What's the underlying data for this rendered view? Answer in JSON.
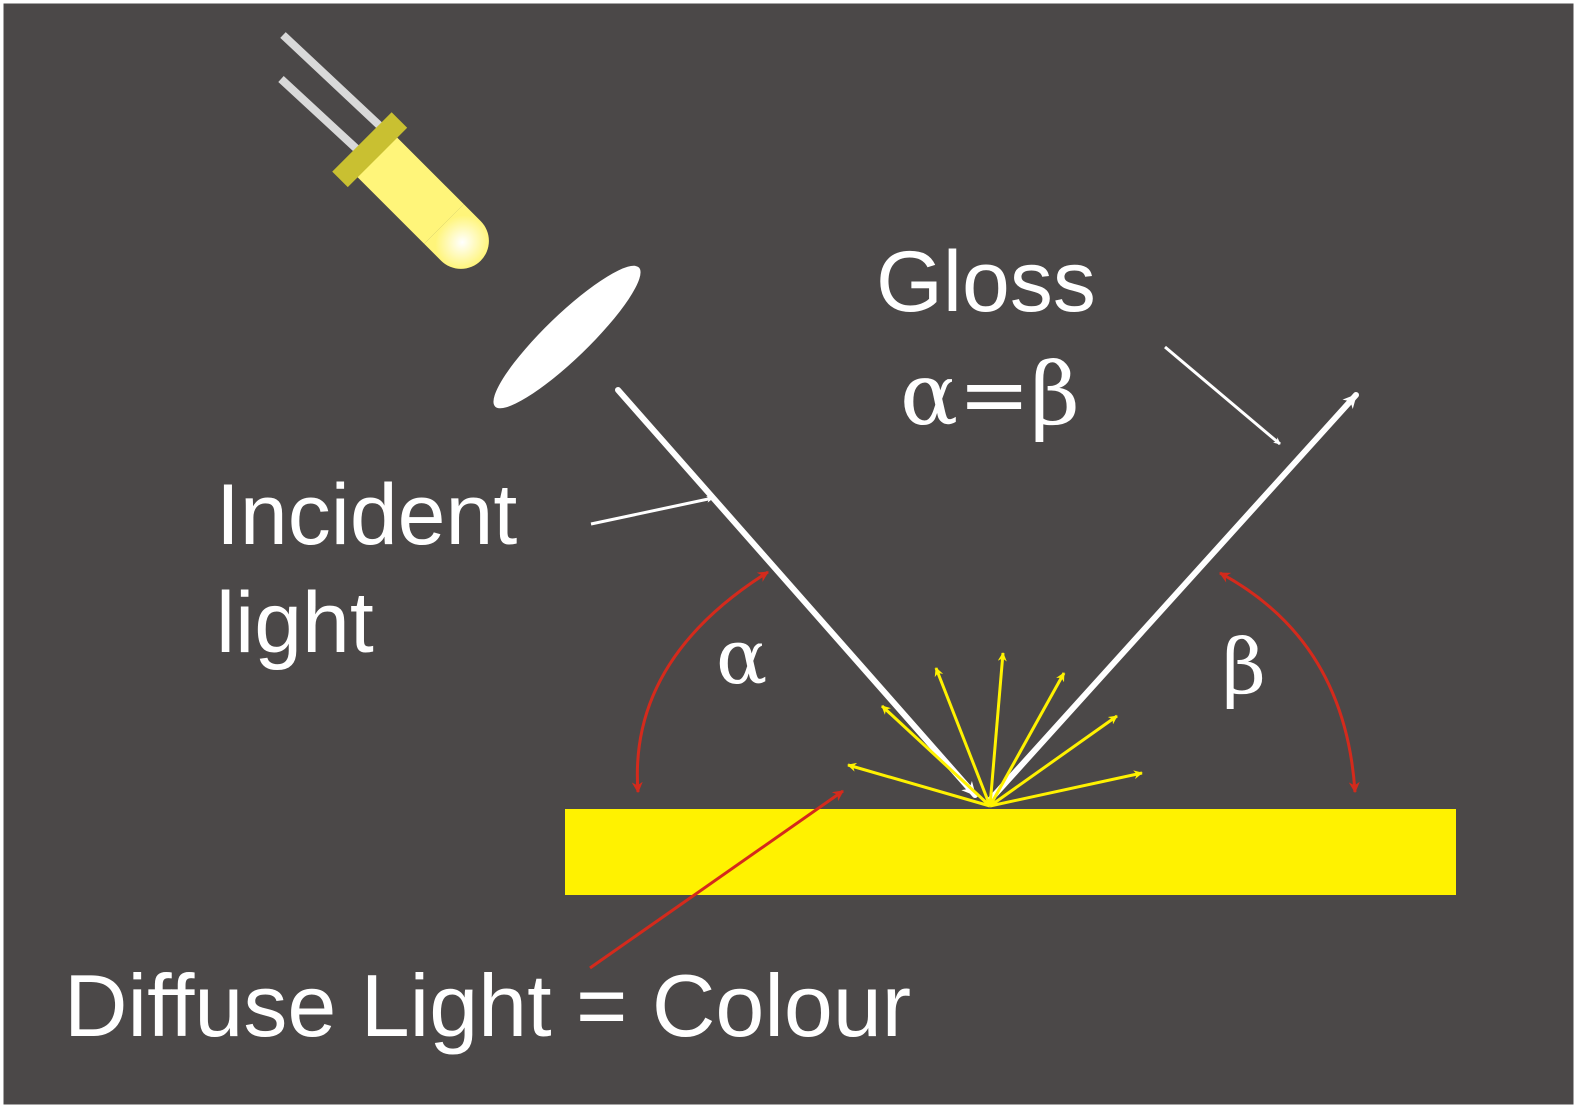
{
  "colors": {
    "background": "#4b4848",
    "border": "#ffffff",
    "surface": "#fff200",
    "incident_ray": "#ffffff",
    "reflected_ray": "#ffffff",
    "diffuse_rays": "#fff200",
    "angle_arc": "#d42a1c",
    "led_body": "#fff57a",
    "led_flange": "#c9c031",
    "led_leads": "#d9d9d9",
    "lens": "#ffffff"
  },
  "labels": {
    "gloss": "Gloss",
    "gloss_equation": "α=β",
    "incident": [
      "Incident",
      "light"
    ],
    "alpha": "α",
    "beta": "β",
    "diffuse": "Diffuse Light = Colour"
  },
  "icons": {
    "light_source": "led-icon",
    "lens": "lens-icon"
  }
}
